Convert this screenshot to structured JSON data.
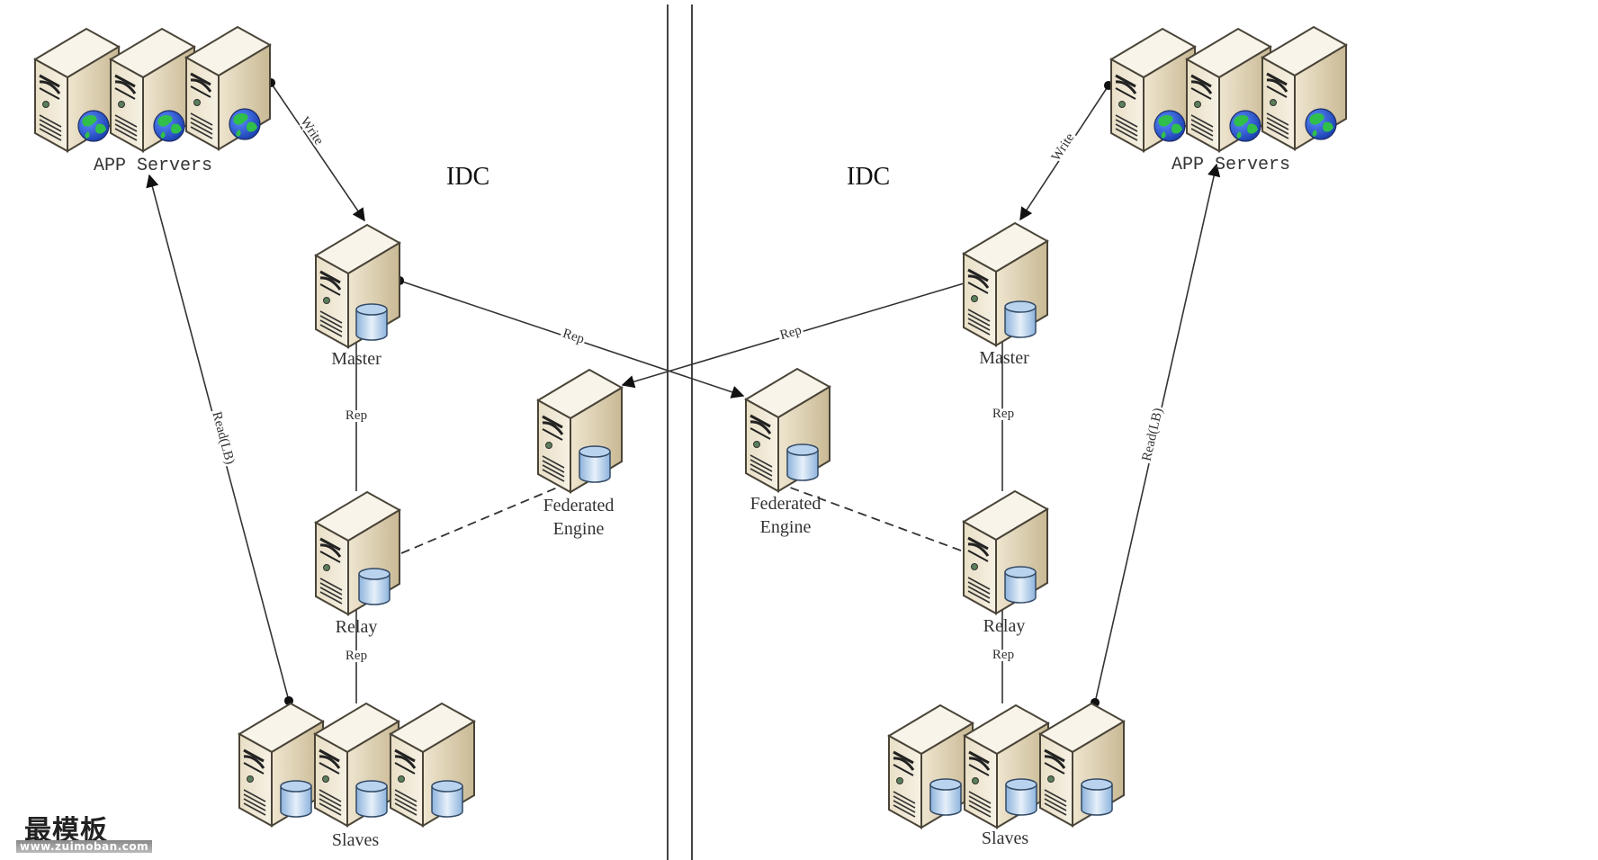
{
  "diagram": {
    "title": "MySQL dual-IDC replication with Federated Engine",
    "zones": [
      {
        "id": "left",
        "label": "IDC"
      },
      {
        "id": "right",
        "label": "IDC"
      }
    ],
    "nodes": {
      "left_app": {
        "label": "APP Servers",
        "kind": "app-server",
        "count": 3
      },
      "left_master": {
        "label": "Master",
        "kind": "db-server",
        "count": 1
      },
      "left_relay": {
        "label": "Relay",
        "kind": "db-server",
        "count": 1
      },
      "left_federated": {
        "label_line1": "Federated",
        "label_line2": "Engine",
        "kind": "db-server",
        "count": 1
      },
      "left_slaves": {
        "label": "Slaves",
        "kind": "db-server",
        "count": 3
      },
      "right_app": {
        "label": "APP Servers",
        "kind": "app-server",
        "count": 3
      },
      "right_master": {
        "label": "Master",
        "kind": "db-server",
        "count": 1
      },
      "right_relay": {
        "label": "Relay",
        "kind": "db-server",
        "count": 1
      },
      "right_federated": {
        "label_line1": "Federated",
        "label_line2": "Engine",
        "kind": "db-server",
        "count": 1
      },
      "right_slaves": {
        "label": "Slaves",
        "kind": "db-server",
        "count": 3
      }
    },
    "edges": {
      "left_write": {
        "label": "Write",
        "from": "left_app",
        "to": "left_master",
        "style": "solid-arrow"
      },
      "left_read": {
        "label": "Read(LB)",
        "from": "left_slaves",
        "to": "left_app",
        "style": "solid-arrow"
      },
      "left_master_relay": {
        "label": "Rep",
        "from": "left_master",
        "to": "left_relay",
        "style": "solid"
      },
      "left_relay_slaves": {
        "label": "Rep",
        "from": "left_relay",
        "to": "left_slaves",
        "style": "solid"
      },
      "left_relay_fed": {
        "label": "",
        "from": "left_relay",
        "to": "left_federated",
        "style": "dashed"
      },
      "left_to_right_fed": {
        "label": "Rep",
        "from": "left_master",
        "to": "right_federated",
        "style": "solid-arrow"
      },
      "right_write": {
        "label": "Write",
        "from": "right_app",
        "to": "right_master",
        "style": "solid-arrow"
      },
      "right_read": {
        "label": "Read(LB)",
        "from": "right_slaves",
        "to": "right_app",
        "style": "solid-arrow"
      },
      "right_master_relay": {
        "label": "Rep",
        "from": "right_master",
        "to": "right_relay",
        "style": "solid"
      },
      "right_relay_slaves": {
        "label": "Rep",
        "from": "right_relay",
        "to": "right_slaves",
        "style": "solid"
      },
      "right_relay_fed": {
        "label": "",
        "from": "right_relay",
        "to": "right_federated",
        "style": "dashed"
      },
      "right_to_left_fed": {
        "label": "Rep",
        "from": "right_master",
        "to": "left_federated",
        "style": "solid-arrow"
      }
    },
    "colors": {
      "server_front": "#f1ead9",
      "server_side": "#d8ccae",
      "server_top": "#f7f3e8",
      "outline": "#4a4438",
      "db_blue": "#a8c8e8",
      "globe_blue": "#2a5bd7",
      "globe_green": "#2fbf4a",
      "line": "#333333"
    }
  },
  "watermark": {
    "brand": "最模板",
    "url": "www.zuimoban.com"
  }
}
